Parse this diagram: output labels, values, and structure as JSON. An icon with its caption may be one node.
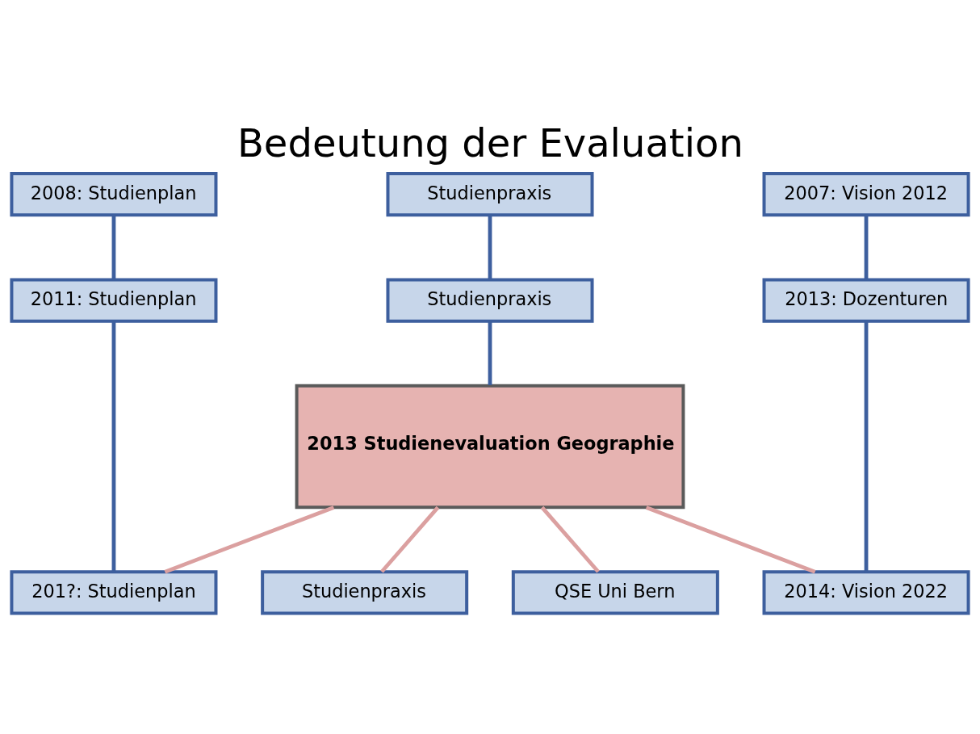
{
  "diagram": {
    "title": "Bedeutung der Evaluation",
    "nodes": [
      {
        "text": [
          "2008: Studienplan"
        ]
      },
      {
        "text": [
          "Studienpraxis"
        ]
      },
      {
        "text": [
          "2007: Vision 2012"
        ]
      },
      {
        "text": [
          "2011: Studienplan"
        ]
      },
      {
        "text": [
          "Studienpraxis"
        ]
      },
      {
        "text": [
          "2013: Dozenturen"
        ]
      },
      {
        "text": [
          "2013 Studienevaluation Geographie"
        ]
      },
      {
        "text": [
          "201?: Studienplan"
        ]
      },
      {
        "text": [
          "Studienpraxis"
        ]
      },
      {
        "text": [
          "2014: Vision 2022"
        ]
      },
      {
        "text": [
          "QSE Uni Bern"
        ]
      }
    ],
    "edges": [
      {
        "from": 0,
        "to": 3,
        "arrow": "none"
      },
      {
        "from": 3,
        "to": 7,
        "arrow": "none"
      },
      {
        "from": 1,
        "to": 4,
        "arrow": "none"
      },
      {
        "from": 4,
        "to": 6,
        "arrow": "none"
      },
      {
        "from": 2,
        "to": 5,
        "arrow": "none"
      },
      {
        "from": 5,
        "to": 9,
        "arrow": "none"
      },
      {
        "from": 6,
        "to": 7,
        "arrow": "none",
        "color": "#dba0a0"
      },
      {
        "from": 6,
        "to": 8,
        "arrow": "none",
        "color": "#dba0a0"
      },
      {
        "from": 6,
        "to": 9,
        "arrow": "none",
        "color": "#dba0a0"
      },
      {
        "from": 6,
        "to": 10,
        "arrow": "none",
        "color": "#dba0a0"
      }
    ]
  }
}
